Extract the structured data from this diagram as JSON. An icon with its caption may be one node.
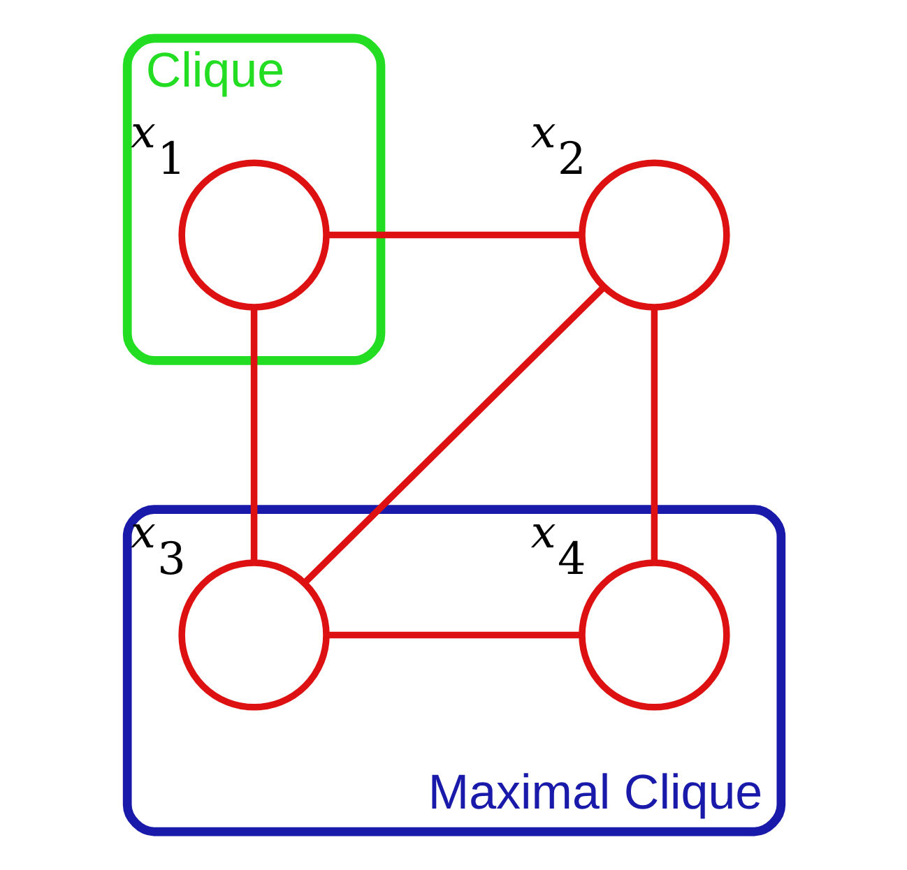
{
  "diagram": {
    "nodes": [
      {
        "text": [
          "Clique"
        ]
      },
      {
        "text": [
          "Maximal Clique"
        ]
      },
      {
        "text": [],
        "shape": "circle",
        "beside": [
          "x$_{1}$"
        ],
        "in": 0
      },
      {
        "text": [],
        "shape": "circle",
        "beside": [
          "x$_{2}$"
        ]
      },
      {
        "text": [],
        "shape": "circle",
        "beside": [
          "x$_{3}$"
        ],
        "in": 1
      },
      {
        "text": [],
        "shape": "circle",
        "beside": [
          "x$_{4}$"
        ],
        "in": 1
      }
    ],
    "edges": [
      {
        "from": 2,
        "to": 3,
        "arrow": "none"
      },
      {
        "from": 2,
        "to": 4,
        "arrow": "none"
      },
      {
        "from": 3,
        "to": 4,
        "arrow": "none"
      },
      {
        "from": 3,
        "to": 5,
        "arrow": "none"
      },
      {
        "from": 4,
        "to": 5,
        "arrow": "none"
      }
    ]
  }
}
